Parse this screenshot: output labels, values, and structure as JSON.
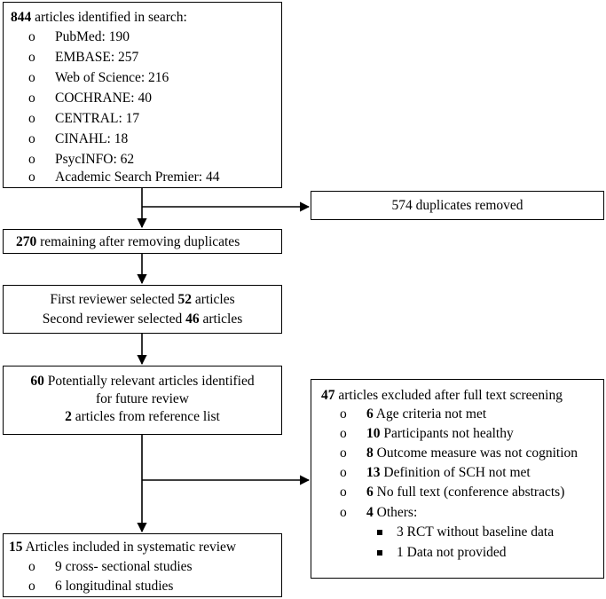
{
  "search": {
    "count": "844",
    "label": "articles identified in search:",
    "sources": [
      "PubMed: 190",
      "EMBASE: 257",
      "Web of Science: 216",
      "COCHRANE: 40",
      "CENTRAL: 17",
      "CINAHL: 18",
      "PsycINFO: 62",
      "Academic Search Premier: 44"
    ]
  },
  "duplicates": {
    "label": "574 duplicates removed"
  },
  "remaining": {
    "count": "270",
    "label": "remaining after removing duplicates"
  },
  "reviewers": {
    "first_prefix": "First reviewer selected",
    "first_count": "52",
    "first_suffix": "articles",
    "second_prefix": "Second reviewer selected",
    "second_count": "46",
    "second_suffix": "articles"
  },
  "relevant": {
    "count": "60",
    "line1": "Potentially relevant articles identified",
    "line2": "for future review",
    "ref_count": "2",
    "ref_label": "articles from reference list"
  },
  "excluded": {
    "count": "47",
    "label": "articles excluded after full text screening",
    "reasons": [
      {
        "n": "6",
        "text": "Age criteria not met"
      },
      {
        "n": "10",
        "text": "Participants not healthy"
      },
      {
        "n": "8",
        "text": "Outcome measure was not cognition"
      },
      {
        "n": "13",
        "text": "Definition of SCH not met"
      },
      {
        "n": "6",
        "text": "No full text (conference abstracts)"
      },
      {
        "n": "4",
        "text": "Others:"
      }
    ],
    "others": [
      "3 RCT without baseline data",
      "1 Data not provided"
    ]
  },
  "included": {
    "count": "15",
    "label": "Articles included in systematic review",
    "items": [
      "9 cross- sectional studies",
      "6 longitudinal studies"
    ]
  }
}
